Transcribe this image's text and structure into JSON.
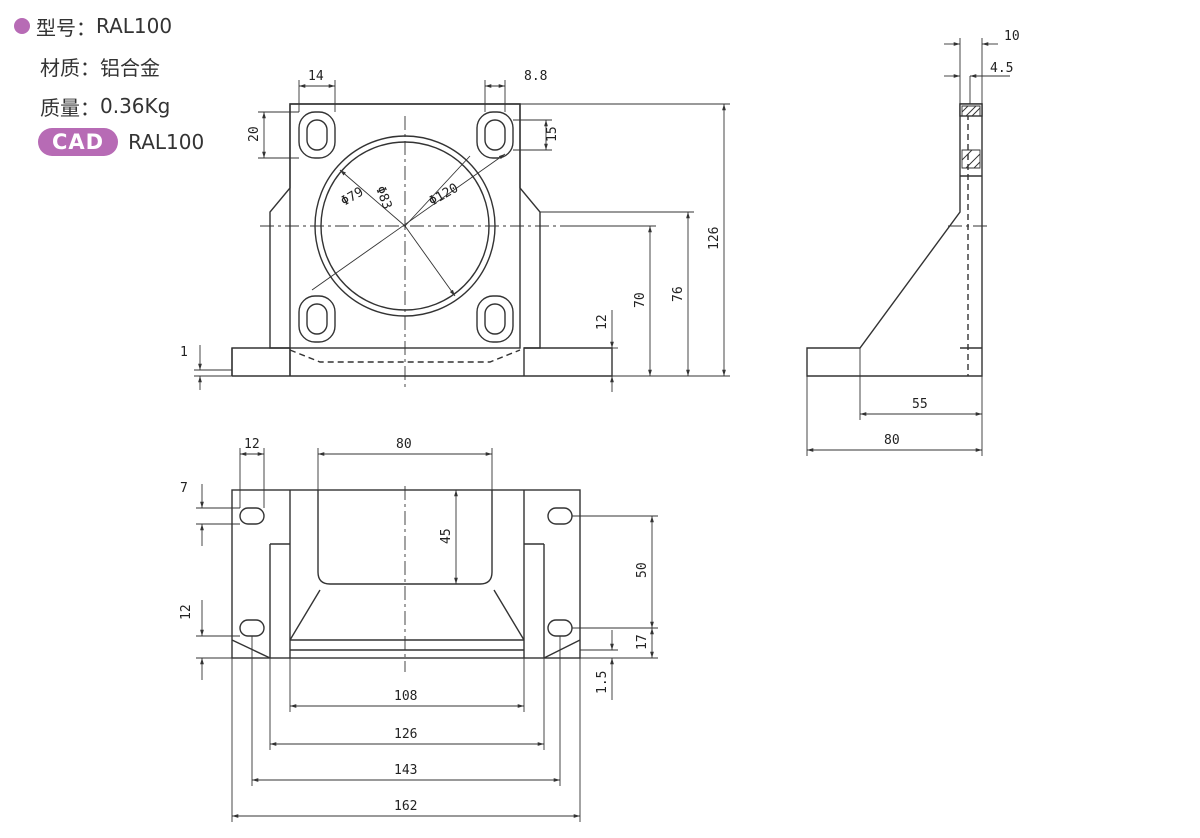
{
  "info": {
    "model_label": "型号：",
    "model_value": "RAL100",
    "material_label": "材质：",
    "material_value": "铝合金",
    "weight_label": "质量：",
    "weight_value": "0.36Kg",
    "cad_badge": "CAD",
    "cad_model": "RAL100"
  },
  "colors": {
    "accent": "#b76bb5",
    "line": "#333333",
    "watermark": "#d8d8d8"
  },
  "dimensions": {
    "front": {
      "d83": "Φ83",
      "d79": "Φ79",
      "d120": "Φ120",
      "w14": "14",
      "w8_8": "8.8",
      "h20": "20",
      "h15": "15",
      "h126": "126",
      "h76": "76",
      "h70": "70",
      "h12": "12",
      "h1": "1"
    },
    "side": {
      "w10": "10",
      "w4_5": "4.5",
      "w55": "55",
      "w80": "80"
    },
    "bottom": {
      "w12": "12",
      "w80": "80",
      "h7": "7",
      "h45": "45",
      "h50": "50",
      "h12": "12",
      "h17": "17",
      "h1_5": "1.5",
      "w108": "108",
      "w126": "126",
      "w143": "143",
      "w162": "162"
    }
  }
}
